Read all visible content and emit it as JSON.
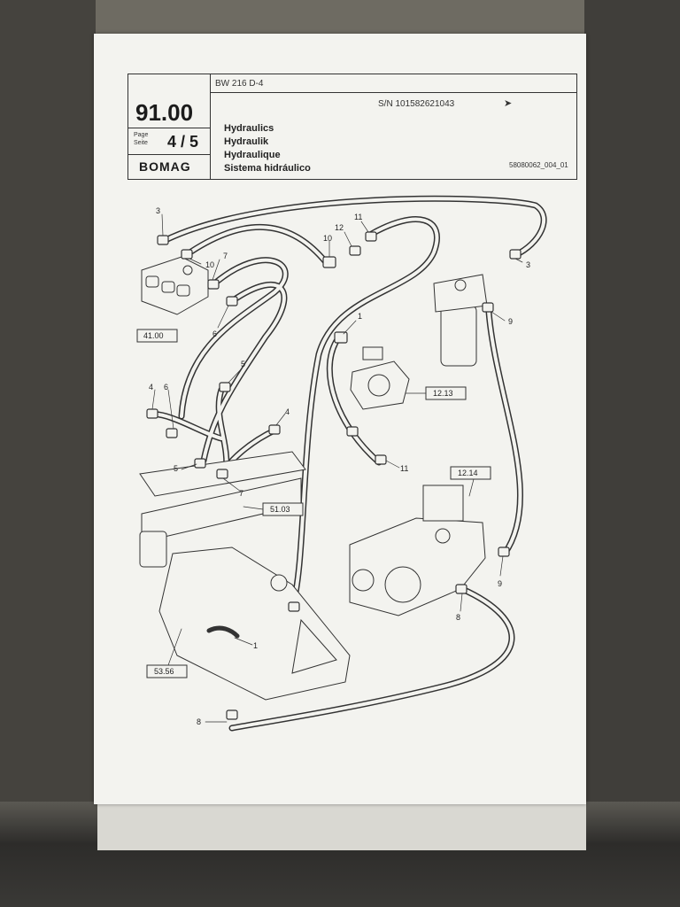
{
  "title_block": {
    "section_number": "91.00",
    "page_label_1": "Page",
    "page_label_2": "Seite",
    "page_number": "4 / 5",
    "brand": "BOMAG",
    "model": "BW 216 D-4",
    "serial": "S/N 101582621043",
    "titles": [
      "Hydraulics",
      "Hydraulik",
      "Hydraulique",
      "Sistema hidráulico"
    ],
    "drawing_number": "58080062_004_01"
  },
  "diagram": {
    "callouts": [
      "3",
      "10",
      "7",
      "6",
      "12",
      "11",
      "10",
      "3",
      "9",
      "1",
      "5",
      "4",
      "6",
      "4",
      "5",
      "7",
      "11",
      "1",
      "8",
      "8",
      "9"
    ],
    "reference_boxes": [
      "41.00",
      "12.13",
      "12.14",
      "51.03",
      "53.56"
    ]
  }
}
